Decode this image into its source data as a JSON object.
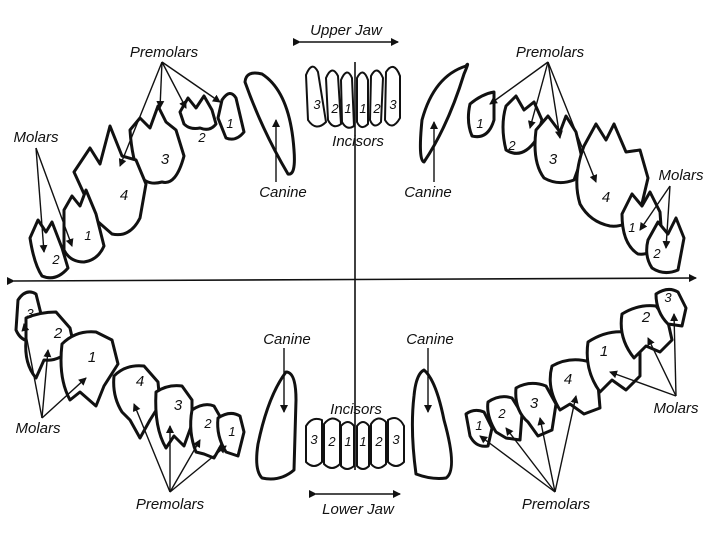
{
  "labels": {
    "upper_jaw": "Upper Jaw",
    "lower_jaw": "Lower Jaw",
    "incisors": "Incisors",
    "canine": "Canine",
    "premolars": "Premolars",
    "molars": "Molars"
  },
  "tooth_numbers": {
    "incisors": [
      "3",
      "2",
      "1",
      "1",
      "2",
      "3"
    ],
    "premolars": [
      "1",
      "2",
      "3",
      "4"
    ],
    "molars": [
      "1",
      "2"
    ],
    "lower_molars": [
      "1",
      "2",
      "3"
    ]
  },
  "colors": {
    "ink": "#111111",
    "background": "#ffffff"
  }
}
